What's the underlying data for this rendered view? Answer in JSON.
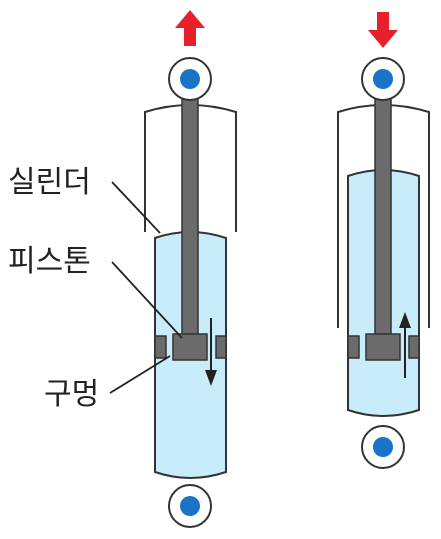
{
  "labels": {
    "cylinder": "실린더",
    "piston": "피스톤",
    "hole": "구멍"
  },
  "colors": {
    "fluid": "#c8ecfa",
    "rod": "#6b6b6b",
    "outline": "#333333",
    "eye_ring": "#ffffff",
    "eye_center": "#1a73c4",
    "motion_arrow": "#e8202a",
    "flow_arrow": "#222222"
  },
  "icons": {
    "left_motion": "arrow-up-icon",
    "right_motion": "arrow-down-icon"
  }
}
